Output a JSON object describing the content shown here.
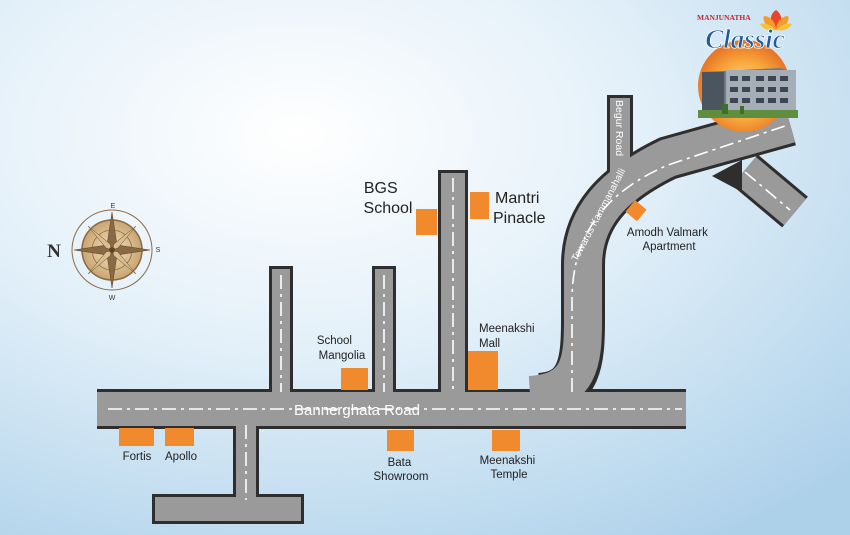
{
  "brand": {
    "small_text": "MANJUNATHA",
    "name": "Classic"
  },
  "roads": {
    "main": "Bannerghata Road",
    "begur": "Begur Road",
    "towards": "Towards Kammanahalli"
  },
  "landmarks": {
    "bgs_school": [
      "BGS",
      "School"
    ],
    "mantri_pinacle": [
      "Mantri",
      "Pinacle"
    ],
    "school_mangolia": [
      "School",
      "Mangolia"
    ],
    "meenakshi_mall": [
      "Meenakshi",
      "Mall"
    ],
    "amodh_valmark": [
      "Amodh Valmark",
      "Apartment"
    ],
    "fortis": "Fortis",
    "apollo": "Apollo",
    "bata_showroom": [
      "Bata",
      "Showroom"
    ],
    "meenakshi_temple": [
      "Meenakshi",
      "Temple"
    ]
  },
  "compass": {
    "north": "N",
    "east": "E",
    "south": "S",
    "west": "W"
  },
  "colors": {
    "road_fill": "#9a9a9a",
    "road_border": "#2e2e2e",
    "marker": "#f08a2c",
    "background": "#d2e8f6"
  }
}
